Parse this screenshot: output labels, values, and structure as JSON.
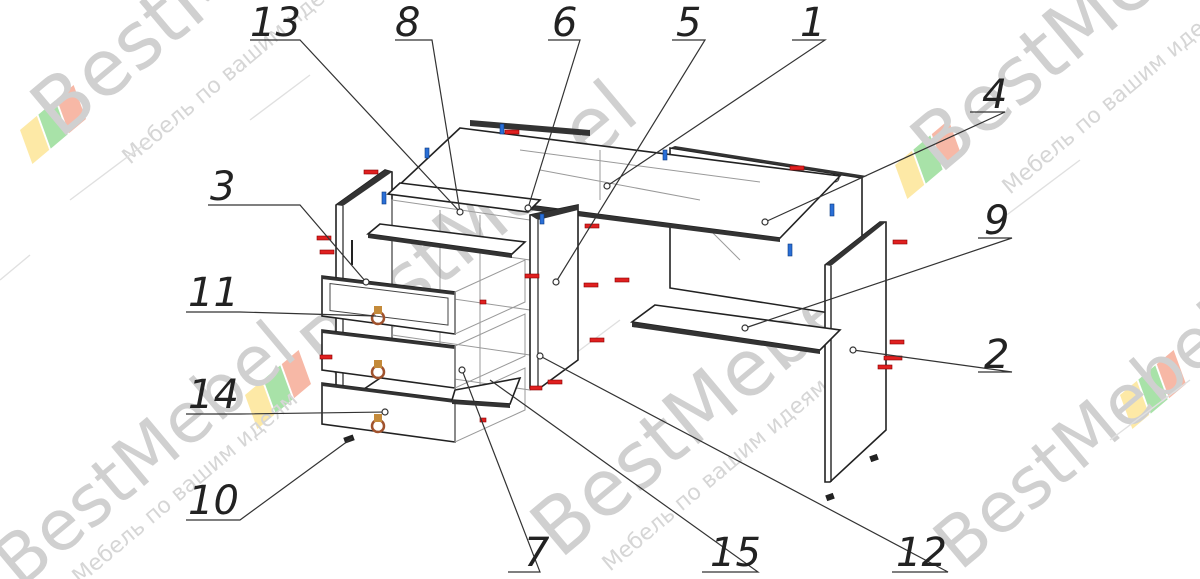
{
  "watermark": {
    "brand": "BestMebel",
    "tagline": "Мебель по вашим идеям",
    "colors": {
      "yellow": "#fde9a6",
      "green": "#a8e2a8",
      "red": "#f7b8a6"
    }
  },
  "callouts": [
    {
      "id": "c13",
      "label": "13"
    },
    {
      "id": "c8",
      "label": "8"
    },
    {
      "id": "c6",
      "label": "6"
    },
    {
      "id": "c5",
      "label": "5"
    },
    {
      "id": "c1",
      "label": "1"
    },
    {
      "id": "c4",
      "label": "4"
    },
    {
      "id": "c3",
      "label": "3"
    },
    {
      "id": "c9",
      "label": "9"
    },
    {
      "id": "c11",
      "label": "11"
    },
    {
      "id": "c2",
      "label": "2"
    },
    {
      "id": "c14",
      "label": "14"
    },
    {
      "id": "c10",
      "label": "10"
    },
    {
      "id": "c7",
      "label": "7"
    },
    {
      "id": "c15",
      "label": "15"
    },
    {
      "id": "c12",
      "label": "12"
    }
  ],
  "colors": {
    "fastener_red": "#e02020",
    "fastener_blue": "#2a6fd6",
    "handle": "#a0522d",
    "line": "#222222"
  }
}
